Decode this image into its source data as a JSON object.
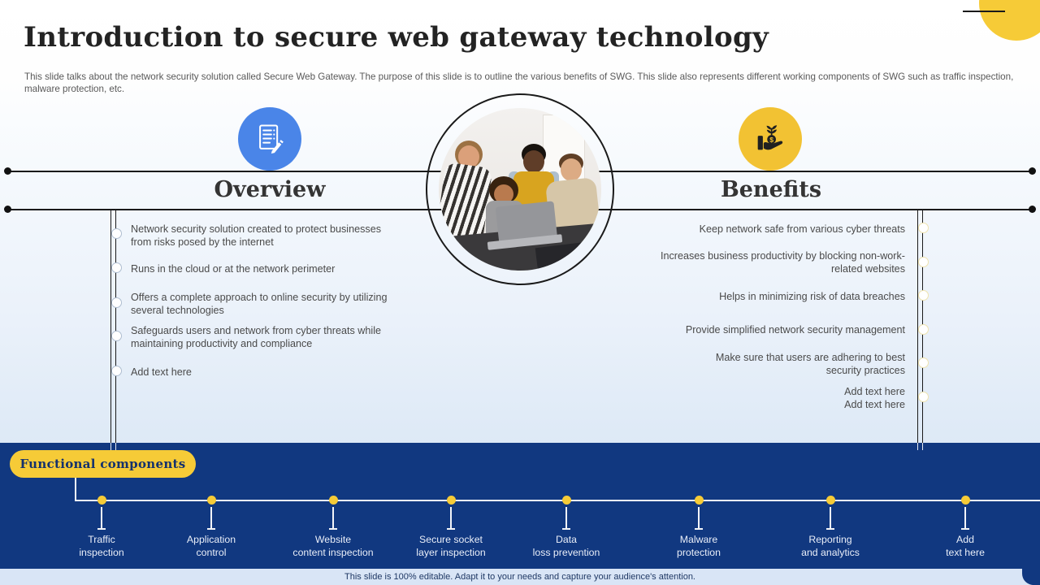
{
  "slide": {
    "title": "Introduction to secure web gateway technology",
    "subtitle": "This slide talks about the network security solution called Secure Web Gateway. The purpose of this slide is to outline the various benefits of SWG. This slide also represents different working components of SWG such as traffic inspection, malware protection, etc."
  },
  "sections": {
    "overview": {
      "heading": "Overview",
      "icon": "notepad-pencil-icon",
      "items": [
        "Network security solution created to protect businesses from risks posed by the internet",
        "Runs in the cloud or at the network perimeter",
        "Offers a complete approach to online security by utilizing several technologies",
        "Safeguards users and network from cyber threats while maintaining productivity and compliance",
        "Add text here"
      ]
    },
    "benefits": {
      "heading": "Benefits",
      "icon": "hand-money-plant-icon",
      "items": [
        "Keep network safe from various cyber threats",
        "Increases business productivity by blocking non-work-\nrelated websites",
        "Helps in minimizing risk of data breaches",
        "Provide simplified network security management",
        "Make sure that users are adhering to best\nsecurity practices",
        "Add text here\nAdd text here"
      ]
    }
  },
  "center_image": {
    "alt": "Team of four people collaborating around a laptop"
  },
  "functional_components": {
    "label": "Functional components",
    "items": [
      "Traffic\ninspection",
      "Application\ncontrol",
      "Website\ncontent inspection",
      "Secure socket\nlayer inspection",
      "Data\nloss prevention",
      "Malware\nprotection",
      "Reporting\nand analytics",
      "Add\ntext here"
    ]
  },
  "footer": {
    "text": "This slide is 100% editable. Adapt it to your needs and capture your audience's attention."
  },
  "colors": {
    "navy": "#113880",
    "yellow": "#f6cb37",
    "icon_blue": "#4a85e8",
    "footer_strip": "#d9e5f6",
    "line_black": "#1a1a1a"
  }
}
